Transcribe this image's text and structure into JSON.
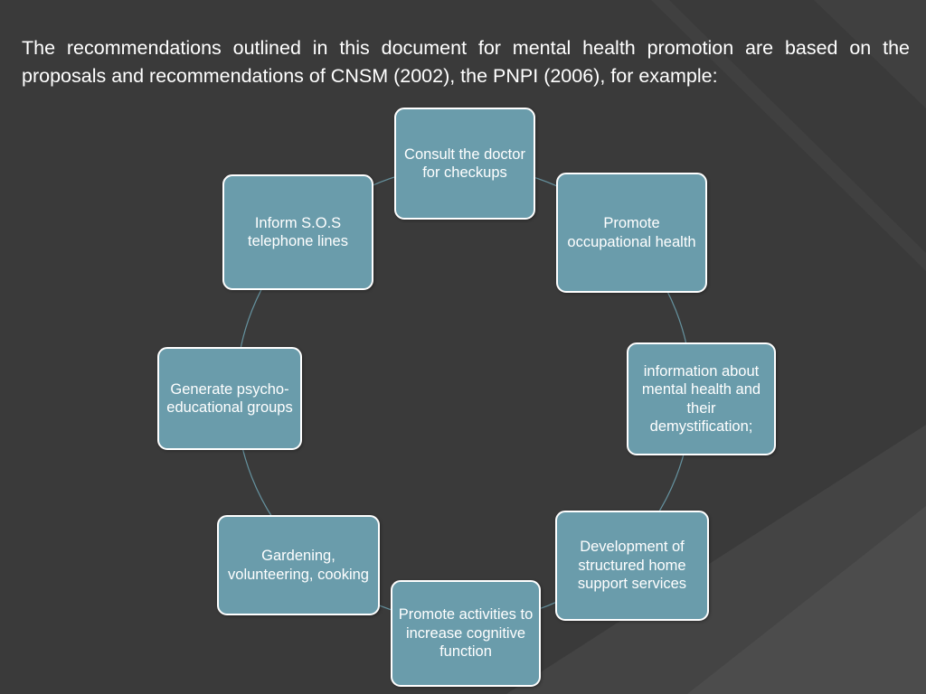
{
  "intro_text": "The recommendations outlined in this document for mental health promotion are based on the proposals and recommendations of CNSM (2002), the PNPI (2006), for example:",
  "colors": {
    "background": "#3a3a3a",
    "node_fill": "#6a9cab",
    "node_border": "#ffffff",
    "connector": "#6a9cab"
  },
  "nodes": [
    {
      "label": "Consult the doctor for checkups"
    },
    {
      "label": "Promote occupational health"
    },
    {
      "label": "information about mental health and their demystification;"
    },
    {
      "label": "Development of structured home support services"
    },
    {
      "label": "Promote activities to increase cognitive function"
    },
    {
      "label": "Gardening, volunteering, cooking"
    },
    {
      "label": "Generate psycho-educational groups"
    },
    {
      "label": "Inform S.O.S telephone lines"
    }
  ]
}
